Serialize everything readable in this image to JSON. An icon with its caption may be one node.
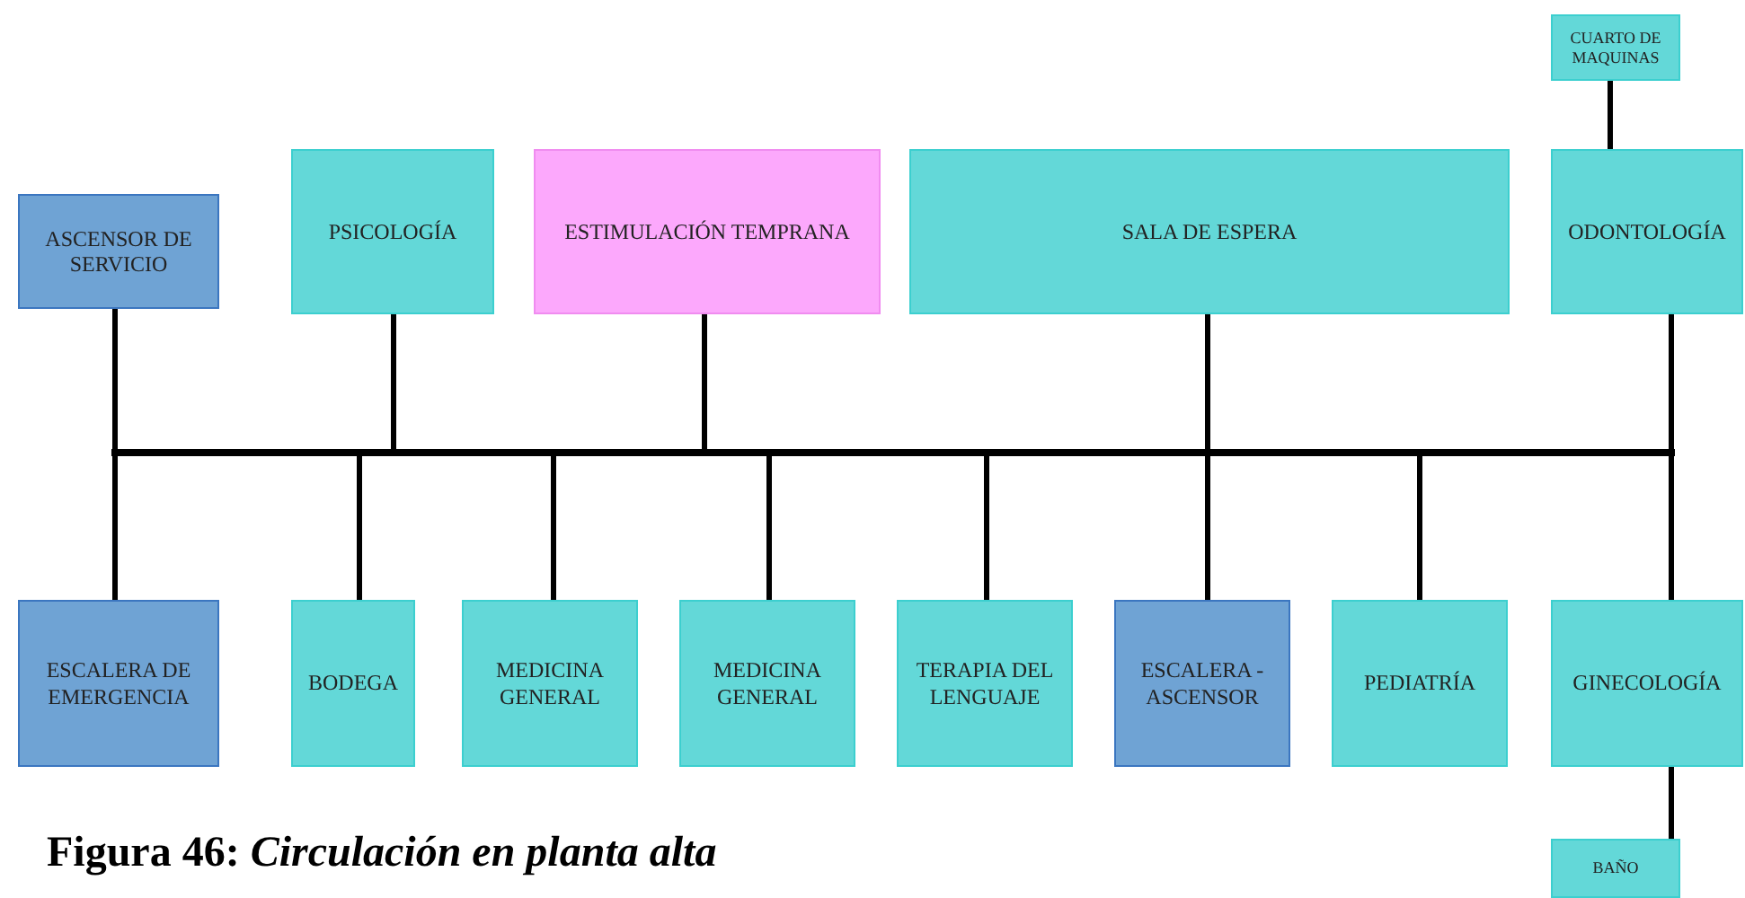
{
  "diagram": {
    "caption": "Figura 46: *Circulación en planta alta*",
    "nodes": [
      {
        "text": [
          "CUARTO DE MAQUINAS"
        ]
      },
      {
        "text": [
          "ASCENSOR DE SERVICIO"
        ]
      },
      {
        "text": [
          "PSICOLOGÍA"
        ]
      },
      {
        "text": [
          "ESTIMULACIÓN TEMPRANA"
        ]
      },
      {
        "text": [
          "SALA DE ESPERA"
        ]
      },
      {
        "text": [
          "ODONTOLOGÍA"
        ]
      },
      {
        "text": [],
        "shape": "bar"
      },
      {
        "text": [
          "ESCALERA DE EMERGENCIA"
        ]
      },
      {
        "text": [
          "BODEGA"
        ]
      },
      {
        "text": [
          "MEDICINA GENERAL"
        ]
      },
      {
        "text": [
          "MEDICINA GENERAL"
        ]
      },
      {
        "text": [
          "TERAPIA DEL LENGUAJE"
        ]
      },
      {
        "text": [
          "ESCALERA - ASCENSOR"
        ]
      },
      {
        "text": [
          "PEDIATRÍA"
        ]
      },
      {
        "text": [
          "GINECOLOGÍA"
        ]
      },
      {
        "text": [
          "BAÑO"
        ]
      }
    ],
    "edges": [
      {
        "from": 0,
        "to": 5,
        "arrow": "none"
      },
      {
        "from": 1,
        "to": 6,
        "arrow": "none"
      },
      {
        "from": 2,
        "to": 6,
        "arrow": "none"
      },
      {
        "from": 3,
        "to": 6,
        "arrow": "none"
      },
      {
        "from": 4,
        "to": 6,
        "arrow": "none"
      },
      {
        "from": 5,
        "to": 6,
        "arrow": "none"
      },
      {
        "from": 6,
        "to": 7,
        "arrow": "none"
      },
      {
        "from": 6,
        "to": 8,
        "arrow": "none"
      },
      {
        "from": 6,
        "to": 9,
        "arrow": "none"
      },
      {
        "from": 6,
        "to": 10,
        "arrow": "none"
      },
      {
        "from": 6,
        "to": 11,
        "arrow": "none"
      },
      {
        "from": 6,
        "to": 12,
        "arrow": "none"
      },
      {
        "from": 6,
        "to": 13,
        "arrow": "none"
      },
      {
        "from": 6,
        "to": 14,
        "arrow": "none"
      },
      {
        "from": 14,
        "to": 15,
        "arrow": "none"
      }
    ]
  }
}
